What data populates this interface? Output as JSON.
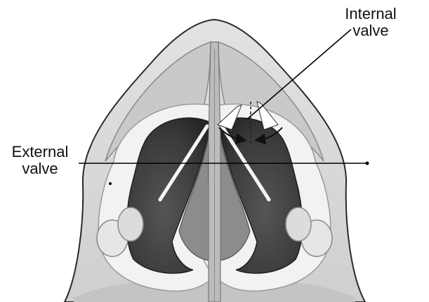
{
  "labels": {
    "internal": {
      "line1": "Internal",
      "line2": "valve"
    },
    "external": {
      "line1": "External",
      "line2": "valve"
    }
  },
  "colors": {
    "background": "#ffffff",
    "skin": "#d8d8d8",
    "outline": "#2a2a2a",
    "rim": "#f4f4f4",
    "cavity": "#4a4a4a",
    "cavity_deep": "#303030",
    "septum": "#bcbcbc",
    "leader": "#000000"
  }
}
